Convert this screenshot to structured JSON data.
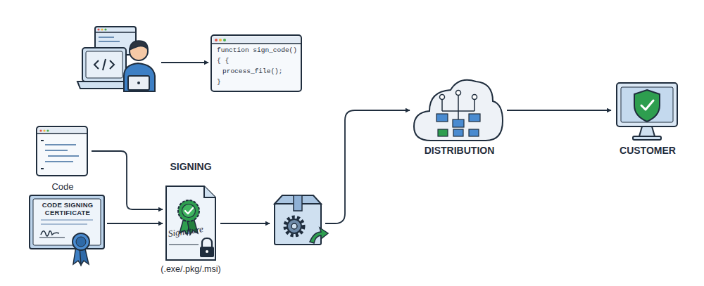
{
  "diagram": {
    "nodes": [
      {
        "text": [
          "function sign_code()",
          "{ {",
          "process_file();",
          "}"
        ]
      },
      {
        "text": [
          "Code"
        ]
      },
      {
        "text": [
          "CODE SIGNING CERTIFICATE"
        ]
      },
      {
        "text": [
          "SIGNING",
          "Signature",
          "(.exe/.pkg/.msi)"
        ]
      },
      {
        "text": [
          "DISTRIBUTION"
        ]
      },
      {
        "text": [
          "CUSTOMER"
        ]
      }
    ],
    "edges": [
      {
        "from": 1,
        "to": 3,
        "arrow": "to"
      },
      {
        "from": 2,
        "to": 3,
        "arrow": "to"
      },
      {
        "from": 4,
        "to": 5,
        "arrow": "to"
      }
    ]
  }
}
